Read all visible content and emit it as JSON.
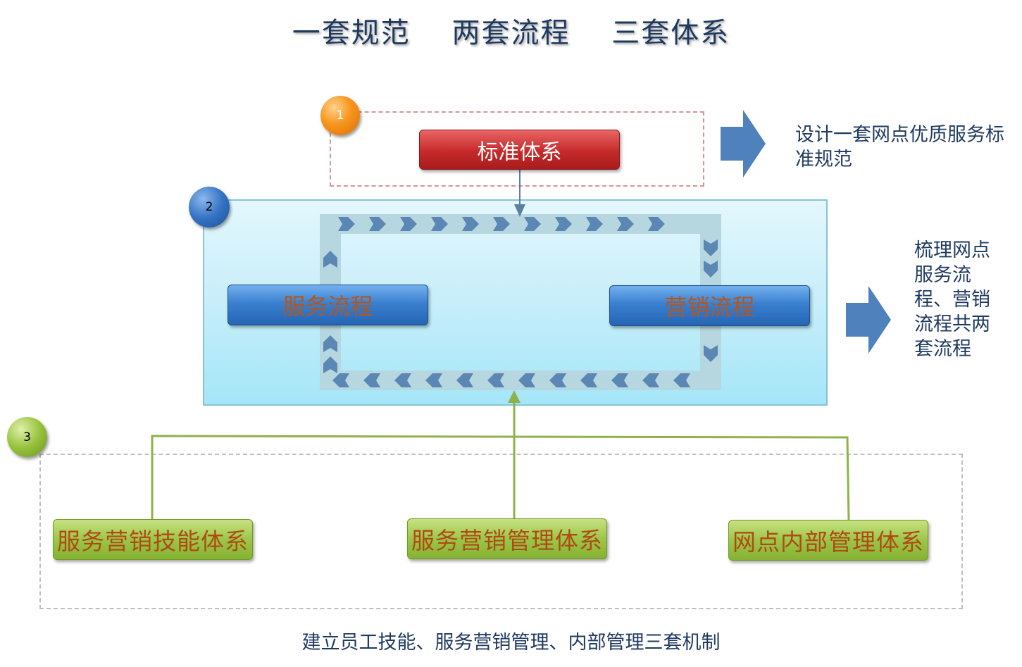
{
  "title": {
    "parts": [
      "一套规范",
      "两套流程",
      "三套体系"
    ]
  },
  "standard_box": {
    "badge": "1",
    "button_label": "标准体系",
    "description": "设计一套网点优质服务标准规范"
  },
  "process_panel": {
    "badge": "2",
    "service_label": "服务流程",
    "marketing_label": "营销流程",
    "description": "梳理网点服务流程、营销流程共两套流程"
  },
  "systems_box": {
    "badge": "3",
    "items": [
      "服务营销技能体系",
      "服务营销管理体系",
      "网点内部管理体系"
    ],
    "description": "建立员工技能、服务营销管理、内部管理三套机制"
  },
  "colors": {
    "arrow_block": "#4f81bd",
    "connector_green": "#8fb24a",
    "chevron": "#5a87b4",
    "chevron_track": "#b7d7e0"
  }
}
